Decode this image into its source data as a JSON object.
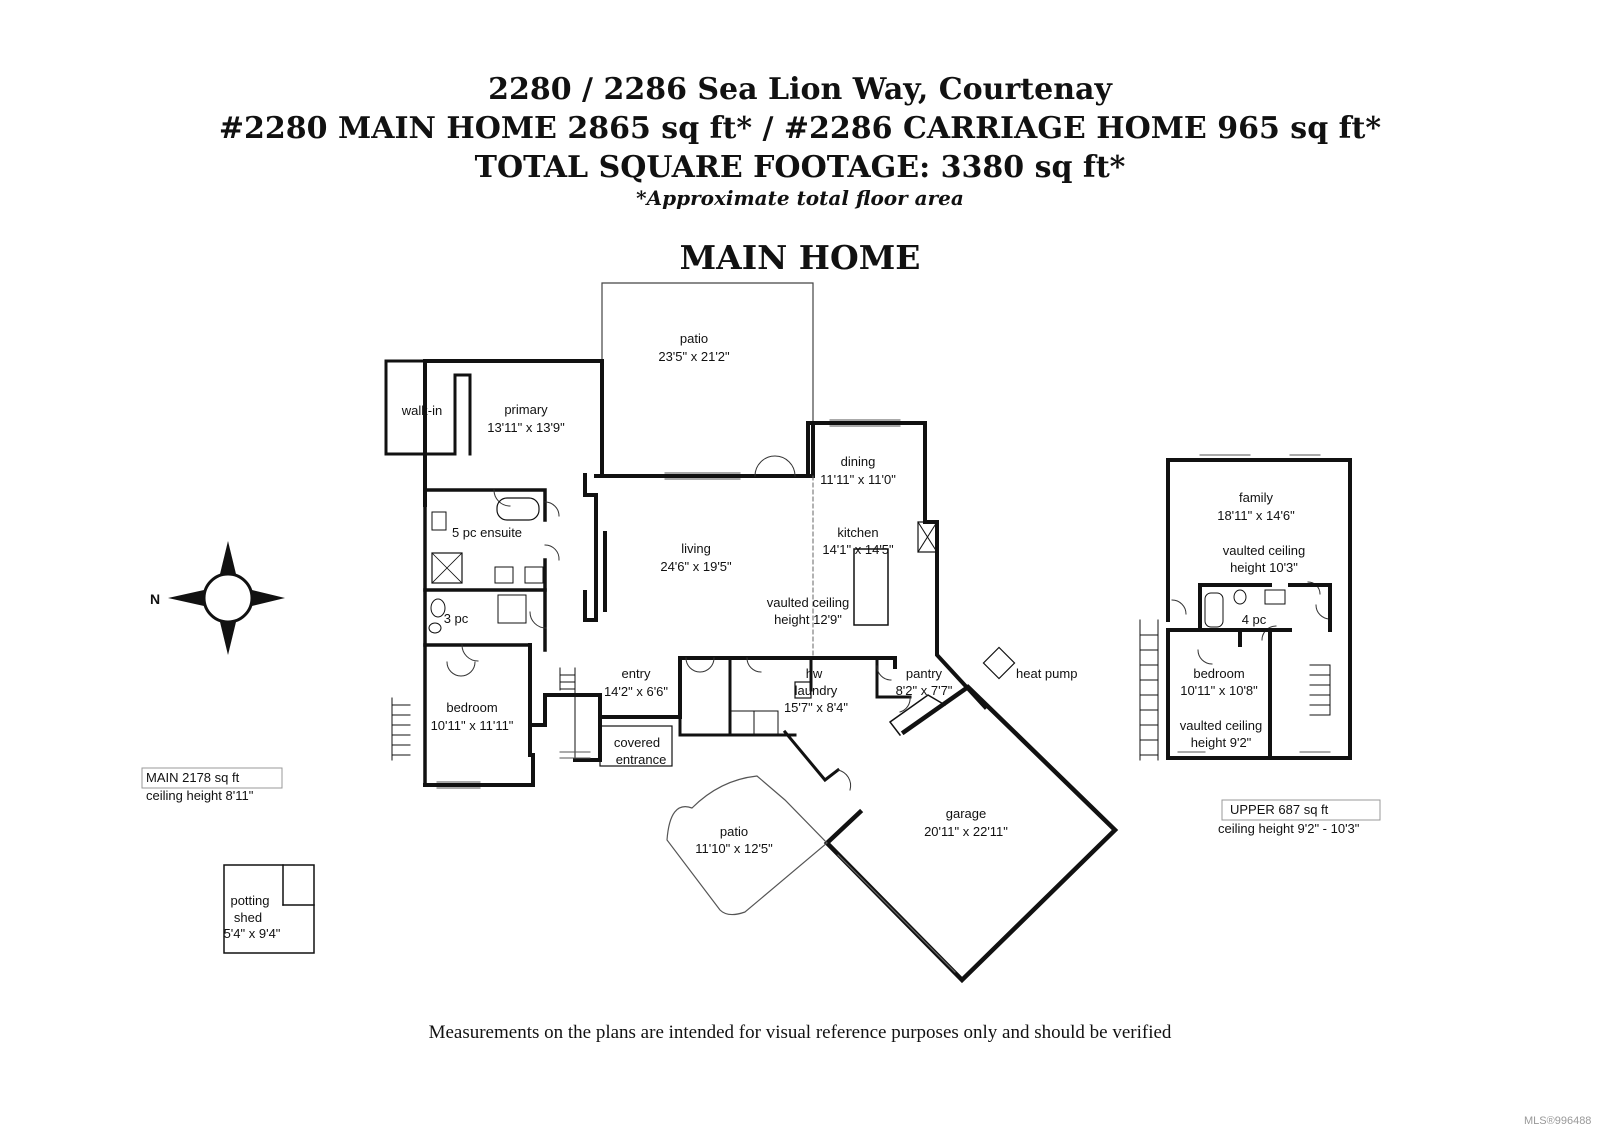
{
  "header": {
    "address": "2280 / 2286 Sea Lion Way, Courtenay",
    "homes": "#2280 MAIN HOME  2865 sq ft* / #2286 CARRIAGE HOME 965 sq ft*",
    "total": "TOTAL SQUARE FOOTAGE: 3380 sq ft*",
    "note": "*Approximate total floor area"
  },
  "main_title": "MAIN HOME",
  "compass": {
    "letter": "N"
  },
  "rooms": {
    "patio_top": {
      "name": "patio",
      "dims": "23'5\" x 21'2\""
    },
    "walkin": {
      "name": "walk-in"
    },
    "primary": {
      "name": "primary",
      "dims": "13'11\" x 13'9\""
    },
    "dining": {
      "name": "dining",
      "dims": "11'11\" x 11'0\""
    },
    "kitchen": {
      "name": "kitchen",
      "dims": "14'1\" x 14'5\""
    },
    "ensuite": {
      "name": "5 pc ensuite"
    },
    "living": {
      "name": "living",
      "dims": "24'6\" x 19'5\""
    },
    "vaulted_main": {
      "line1": "vaulted ceiling",
      "line2": "height 12'9\""
    },
    "threepc": {
      "name": "3 pc"
    },
    "entry": {
      "name": "entry",
      "dims": "14'2\" x 6'6\""
    },
    "hw": {
      "name": "hw"
    },
    "laundry": {
      "name": "laundry",
      "dims": "15'7\" x 8'4\""
    },
    "pantry": {
      "name": "pantry",
      "dims": "8'2\" x 7'7\""
    },
    "heat_pump": {
      "name": "heat pump"
    },
    "bedroom_main": {
      "name": "bedroom",
      "dims": "10'11\" x 11'11\""
    },
    "covered": {
      "line1": "covered",
      "line2": "entrance"
    },
    "patio_front": {
      "name": "patio",
      "dims": "11'10\" x 12'5\""
    },
    "garage": {
      "name": "garage",
      "dims": "20'11\" x 22'11\""
    },
    "family": {
      "name": "family",
      "dims": "18'11\" x 14'6\""
    },
    "vaulted_family": {
      "line1": "vaulted ceiling",
      "line2": "height 10'3\""
    },
    "fourpc": {
      "name": "4 pc"
    },
    "bedroom_upper": {
      "name": "bedroom",
      "dims": "10'11\" x 10'8\""
    },
    "vaulted_bed": {
      "line1": "vaulted ceiling",
      "line2": "height 9'2\""
    },
    "shed": {
      "line1": "potting",
      "line2": "shed",
      "dims": "5'4\" x 9'4\""
    }
  },
  "summary_main": {
    "area": "MAIN   2178 sq ft",
    "ceiling": "ceiling height 8'11\""
  },
  "summary_upper": {
    "area": "UPPER   687 sq ft",
    "ceiling": "ceiling height 9'2\" - 10'3\""
  },
  "disclaimer": "Measurements on the plans are intended for visual reference purposes only and should be verified",
  "watermark": "MLS®996488"
}
